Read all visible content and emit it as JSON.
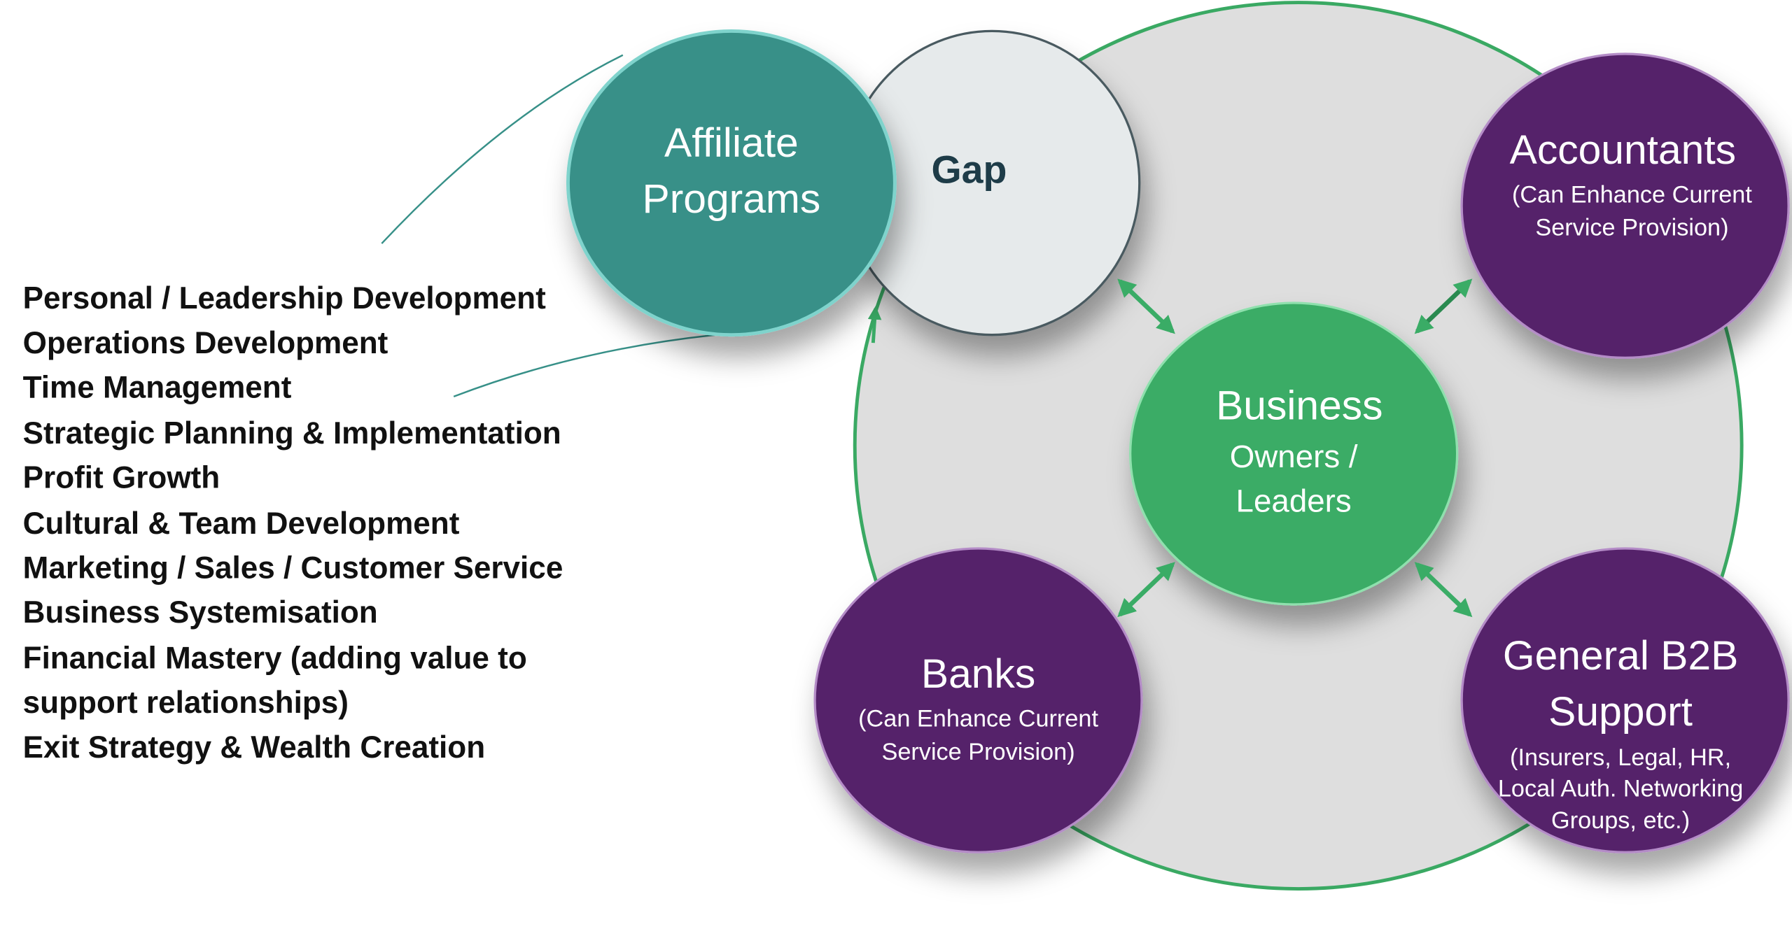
{
  "capabilities": [
    "Personal / Leadership Development",
    "Operations Development",
    "Time Management",
    "Strategic Planning & Implementation",
    "Profit Growth",
    "Cultural & Team Development",
    "Marketing / Sales / Customer Service",
    "Business Systemisation",
    "Financial Mastery (adding value to",
    "support relationships)",
    "Exit Strategy & Wealth Creation"
  ],
  "nodes": {
    "affiliate": {
      "line1": "Affiliate",
      "line2": "Programs"
    },
    "gap": {
      "label": "Gap"
    },
    "accountants": {
      "title": "Accountants",
      "sub1": "(Can Enhance Current",
      "sub2": "Service Provision)"
    },
    "business": {
      "title": "Business",
      "sub1": "Owners /",
      "sub2": "Leaders"
    },
    "banks": {
      "title": "Banks",
      "sub1": "(Can Enhance Current",
      "sub2": "Service Provision)"
    },
    "b2b": {
      "title1": "General B2B",
      "title2": "Support",
      "sub1": "(Insurers, Legal, HR,",
      "sub2": "Local Auth. Networking",
      "sub3": "Groups, etc.)"
    }
  },
  "colors": {
    "teal": "#379088",
    "purple": "#55216a",
    "green": "#3aac66",
    "gap": "#e6eaeb",
    "ring": "#dedede"
  }
}
